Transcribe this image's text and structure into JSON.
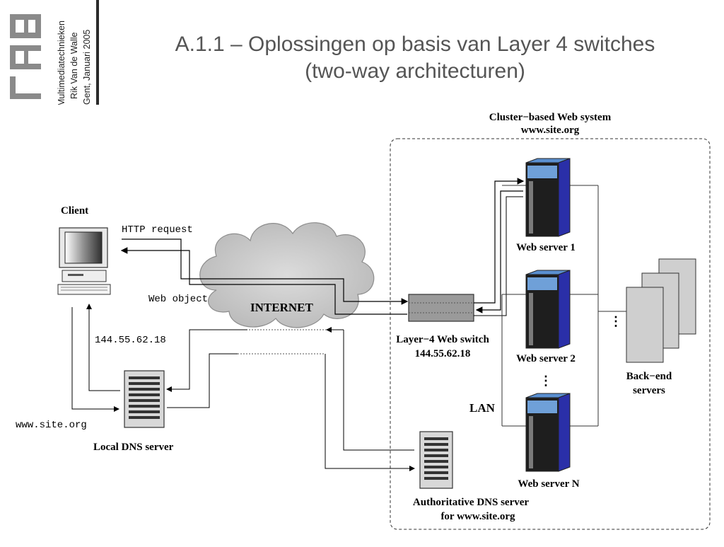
{
  "header": {
    "lab_logo": "LAB",
    "course": "Multimediatechnieken",
    "author": "Rik Van de Walle",
    "date": "Gent, Januari 2005"
  },
  "slide": {
    "title_line1": "A.1.1 – Oplossingen op basis van Layer 4 switches",
    "title_line2": "(two-way architecturen)"
  },
  "diagram": {
    "cluster_title_line1": "Cluster−based Web system",
    "cluster_title_line2": "www.site.org",
    "client_label": "Client",
    "http_request": "HTTP request",
    "web_object": "Web object",
    "internet_label": "INTERNET",
    "ip_address_left": "144.55.62.18",
    "site_left": "www.site.org",
    "local_dns_label": "Local DNS server",
    "switch_label_line1": "Layer−4 Web switch",
    "switch_label_line2": "144.55.62.18",
    "web_server_1": "Web server 1",
    "web_server_2": "Web server 2",
    "web_server_n": "Web server N",
    "lan_label": "LAN",
    "backend_line1": "Back−end",
    "backend_line2": "servers",
    "auth_dns_line1": "Authoritative DNS server",
    "auth_dns_line2": "for www.site.org",
    "vertical_dots": "⋮",
    "backend_dots": "⋮"
  },
  "colors": {
    "title": "#555555",
    "server_blue": "#6fa0d8",
    "server_dark": "#1e1e1e",
    "server_side": "#2a2fa8",
    "cloud": "#c8c8c8"
  }
}
